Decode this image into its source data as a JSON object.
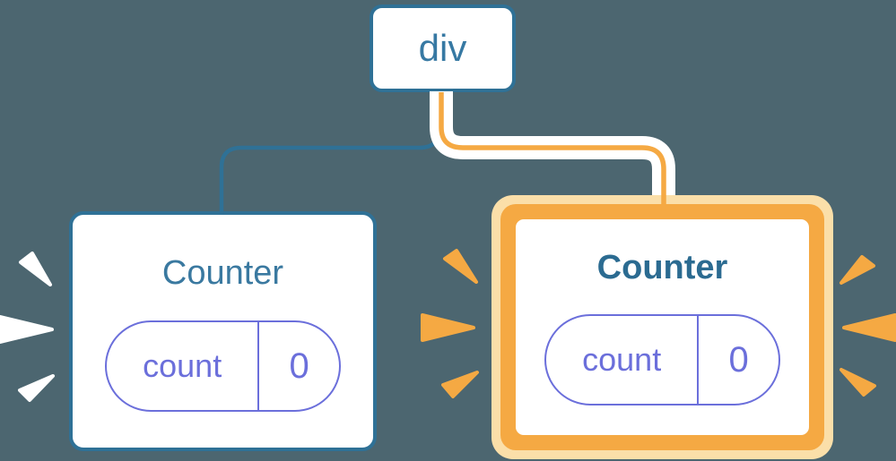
{
  "diagram": {
    "root": {
      "label": "div"
    },
    "left_component": {
      "title": "Counter",
      "state": {
        "key": "count",
        "value": "0"
      },
      "highlighted": false,
      "burst_color_name": "white"
    },
    "right_component": {
      "title": "Counter",
      "state": {
        "key": "count",
        "value": "0"
      },
      "highlighted": true,
      "burst_color_name": "orange"
    }
  },
  "decorations": {
    "left_card_bursts": 3,
    "right_card_bursts": 6
  },
  "colors": {
    "background": "#4C6670",
    "node_blue": "#2F7196",
    "text_blue": "#3779A3",
    "title_blue": "#3A79A0",
    "title_blue_bold": "#2B6B91",
    "state_purple": "#6B6FDB",
    "highlight_orange": "#F5A943",
    "highlight_cream": "#FBDFA9",
    "spark_white": "#FFFFFF",
    "card_white": "#FFFFFF"
  }
}
